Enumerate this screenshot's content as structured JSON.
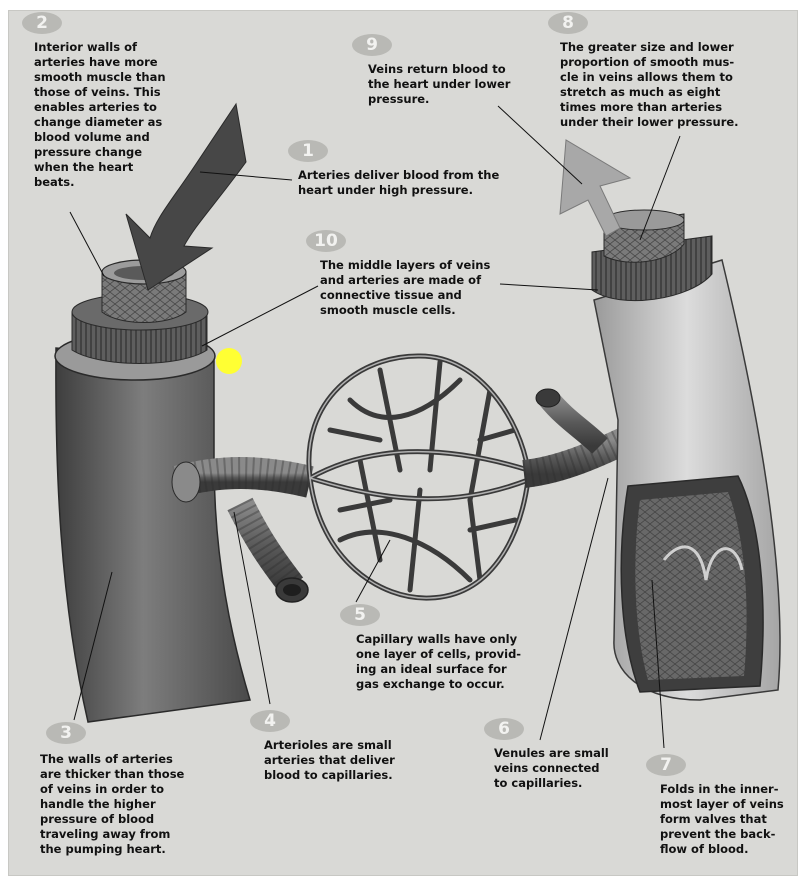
{
  "callouts": [
    {
      "number": "1",
      "text": "Arteries deliver blood from the\nheart under high pressure."
    },
    {
      "number": "2",
      "text": "Interior walls of\narteries have more\nsmooth muscle than\nthose of veins. This\nenables arteries to\nchange diameter as\nblood volume and\npressure change\nwhen the heart\nbeats."
    },
    {
      "number": "3",
      "text": "The walls of arteries\nare thicker than those\nof veins in order to\nhandle the higher\npressure of blood\ntraveling away from\nthe pumping heart."
    },
    {
      "number": "4",
      "text": "Arterioles are small\narteries that deliver\nblood to capillaries."
    },
    {
      "number": "5",
      "text": "Capillary walls have only\none layer of cells, provid-\ning an ideal surface for\ngas exchange to occur."
    },
    {
      "number": "6",
      "text": "Venules are small\nveins connected\nto capillaries."
    },
    {
      "number": "7",
      "text": "Folds in the inner-\nmost layer of veins\nform valves that\nprevent the back-\nflow of blood."
    },
    {
      "number": "8",
      "text": "The greater size and lower\nproportion of smooth mus-\ncle in veins allows them to\nstretch as much as eight\ntimes more than arteries\nunder their lower pressure."
    },
    {
      "number": "9",
      "text": "Veins return blood to\nthe heart under lower\npressure."
    },
    {
      "number": "10",
      "text": "The middle layers of veins\nand arteries are made of\nconnective tissue and\nsmooth muscle cells."
    }
  ],
  "colors": {
    "background": "#d9d9d6",
    "badge": "#b9b9b5",
    "artery": "#6f6f6f",
    "vein": "#bdbdbd",
    "arrow_in": "#4a4a4a",
    "arrow_out": "#a8a8a8",
    "highlight_dot": "#ffff33"
  }
}
